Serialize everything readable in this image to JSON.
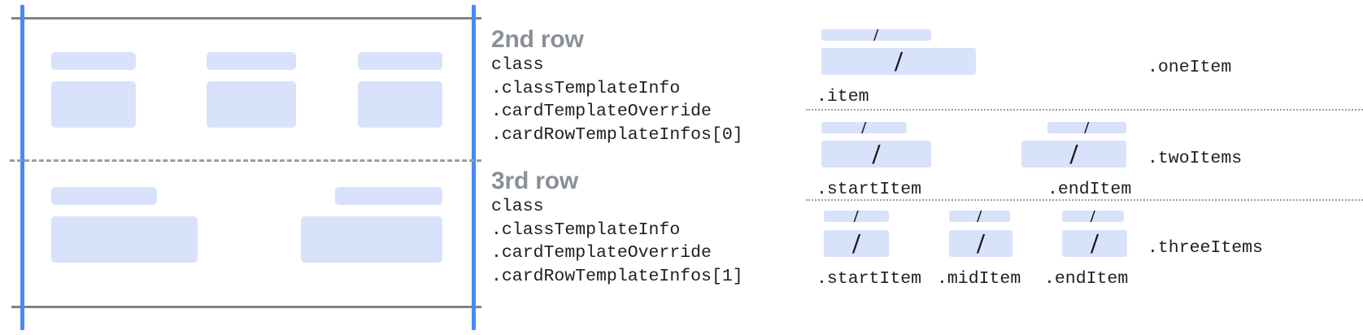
{
  "left_diagram": {
    "name": "card-row-preview",
    "rules": {
      "color": "#7f8388"
    },
    "guides": {
      "color": "#4a89f3"
    },
    "divider": {
      "color": "#9a9da2"
    },
    "block_color": "#d8e2fb",
    "rows": [
      {
        "name": "second-row-preview",
        "cells": [
          {
            "label_bar": true,
            "body_box": true
          },
          {
            "label_bar": true,
            "body_box": true
          },
          {
            "label_bar": true,
            "body_box": true
          }
        ]
      },
      {
        "name": "third-row-preview",
        "cells": [
          {
            "label_bar": true,
            "body_box": true
          },
          {
            "label_bar": true,
            "body_box": true
          }
        ]
      }
    ]
  },
  "code_column": {
    "blocks": [
      {
        "heading": "2nd row",
        "lines": [
          "class",
          ".classTemplateInfo",
          ".cardTemplateOverride",
          ".cardRowTemplateInfos[0]"
        ]
      },
      {
        "heading": "3rd row",
        "lines": [
          "class",
          ".classTemplateInfo",
          ".cardTemplateOverride",
          ".cardRowTemplateInfos[1]"
        ]
      }
    ]
  },
  "variants": {
    "slash_glyph": "/",
    "items": [
      {
        "name": "oneItem",
        "label": ".oneItem",
        "slots": [
          {
            "label": ".item"
          }
        ]
      },
      {
        "name": "twoItems",
        "label": ".twoItems",
        "slots": [
          {
            "label": ".startItem"
          },
          {
            "label": ".endItem"
          }
        ]
      },
      {
        "name": "threeItems",
        "label": ".threeItems",
        "slots": [
          {
            "label": ".startItem"
          },
          {
            "label": ".midItem"
          },
          {
            "label": ".endItem"
          }
        ]
      }
    ]
  }
}
